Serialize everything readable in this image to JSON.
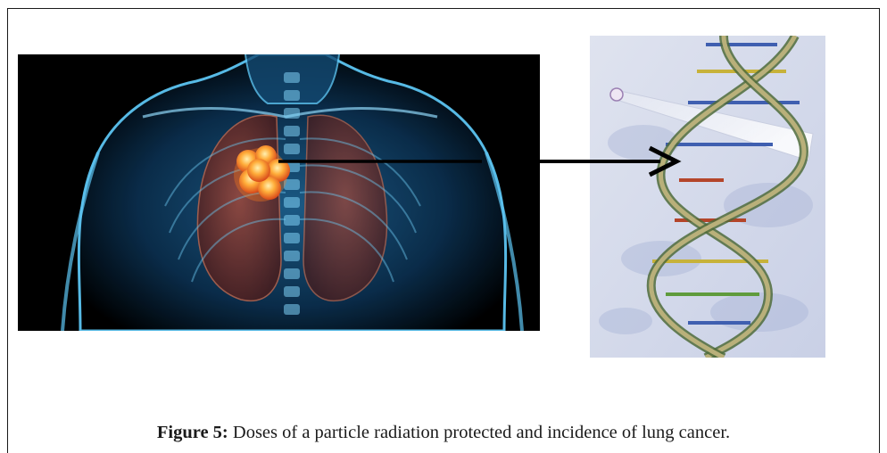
{
  "figure": {
    "label": "Figure 5:",
    "caption": "Doses of a particle radiation protected and incidence of lung cancer.",
    "left_image_icon": "thorax-lungs-tumor-illustration",
    "right_image_icon": "dna-double-helix-radiation-illustration",
    "arrow_icon": "arrow-right-icon",
    "colors": {
      "border": "#1a1a1a",
      "body_glow": "#3fa9e6",
      "lung": "#8a3a2a",
      "tumor": "#f08a1e",
      "helix_strand": "#a89a6c",
      "arrow": "#000000"
    }
  }
}
